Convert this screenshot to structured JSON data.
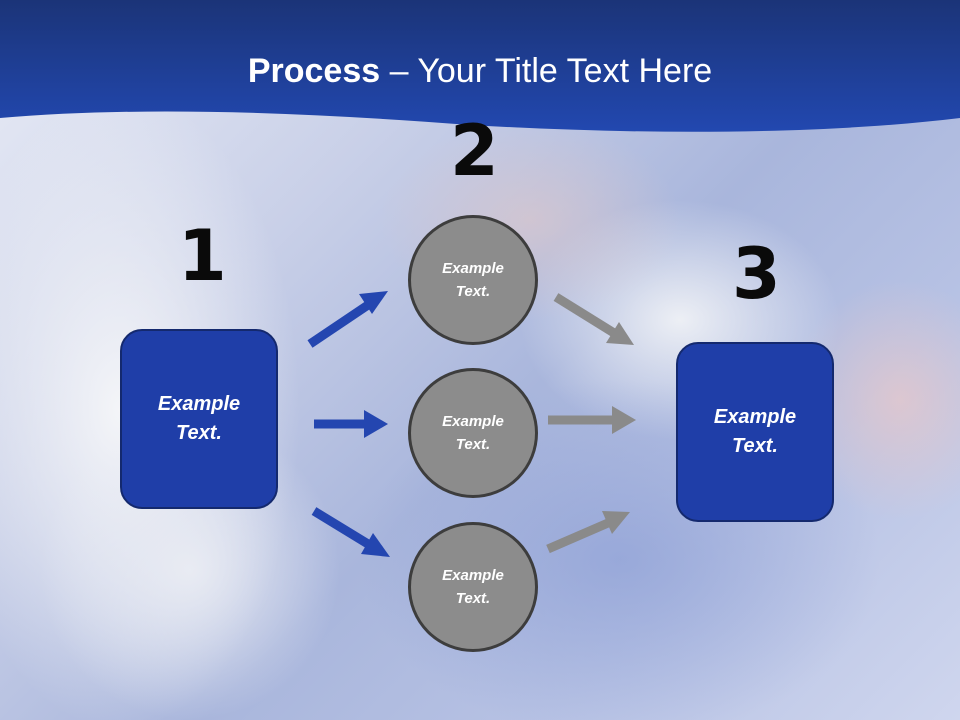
{
  "title": {
    "bold": "Process",
    "rest": " – Your Title Text Here"
  },
  "steps": [
    {
      "number": "1",
      "label_line1": "Example",
      "label_line2": "Text."
    },
    {
      "number": "2"
    },
    {
      "number": "3",
      "label_line1": "Example",
      "label_line2": "Text."
    }
  ],
  "circles": [
    {
      "label_line1": "Example",
      "label_line2": "Text."
    },
    {
      "label_line1": "Example",
      "label_line2": "Text."
    },
    {
      "label_line1": "Example",
      "label_line2": "Text."
    }
  ],
  "colors": {
    "blue": "#1f3ea8",
    "gray": "#8c8c8c",
    "gray_arrow": "#8a8a8a",
    "header": "#1a3a9a"
  }
}
